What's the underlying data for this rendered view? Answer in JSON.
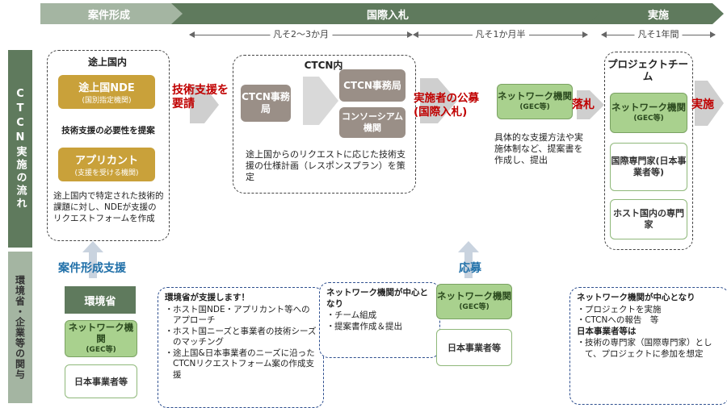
{
  "phases": {
    "formation": "案件形成",
    "tender": "国際入札",
    "implementation": "実施"
  },
  "durations": {
    "d1": "凡そ2～3か月",
    "d2": "凡そ1か月半",
    "d3": "凡そ1年間"
  },
  "rows": {
    "flow": "CTCN実施の流れ",
    "support": "環境省・企業等の関与"
  },
  "country": {
    "title": "途上国内",
    "nde": "途上国NDE",
    "nde_sub": "(国別指定機関)",
    "propose": "技術支援の必要性を提案",
    "applicant": "アプリカント",
    "applicant_sub": "(支援を受ける機関)",
    "desc": "途上国内で特定された技術的課題に対し、NDEが支援のリクエストフォームを作成"
  },
  "steps": {
    "request": "技術支援を要請",
    "tender": "実施者の公募(国際入札)",
    "award": "落札",
    "implement": "実施"
  },
  "ctcn": {
    "title": "CTCN内",
    "office": "CTCN事務局",
    "office2": "CTCN事務局",
    "consortium": "コンソーシアム機関",
    "desc": "途上国からのリクエストに応じた技術支援の仕様計画（レスポンスプラン）を策定"
  },
  "network": {
    "label": "ネットワーク機関",
    "sub": "(GEC等)",
    "desc": "具体的な支援方法や実施体制など、提案書を作成し、提出"
  },
  "project": {
    "title": "プロジェクトチーム",
    "network": "ネットワーク機関",
    "network_sub": "(GEC等)",
    "expert": "国際専門家(日本事業者等)",
    "host": "ホスト国内の専門家"
  },
  "support": {
    "formation_title": "案件形成支援",
    "moe": "環境省",
    "network": "ネットワーク機関",
    "network_sub": "(GEC等)",
    "jp": "日本事業者等",
    "bubble_title": "環境省が支援します！",
    "bubble_items": [
      "ホスト国NDE・アプリカント等へのアプローチ",
      "ホスト国ニーズと事業者の技術シーズのマッチング",
      "途上国&日本事業者のニーズに沿ったCTCNリクエストフォーム案の作成支援"
    ],
    "apply_title": "応募",
    "apply_network": "ネットワーク機関",
    "apply_network_sub": "(GEC等)",
    "apply_jp": "日本事業者等",
    "bubble2_title": "ネットワーク機関が中心となり",
    "bubble2_items": [
      "チーム組成",
      "提案書作成＆提出"
    ],
    "bubble3_title": "ネットワーク機関が中心となり",
    "bubble3_items": [
      "プロジェクトを実施",
      "CTCNへの報告　等"
    ],
    "bubble3_title2": "日本事業者等は",
    "bubble3_items2": [
      "技術の専門家（国際専門家）として、プロジェクトに参加を想定"
    ]
  },
  "colors": {
    "phase_dark": "#5f7a5d",
    "phase_light": "#a4b5a2",
    "gold": "#c9a13a",
    "gray": "#9a8f87",
    "green": "#a9d18e",
    "red": "#c00000",
    "blue": "#1f6fa8"
  }
}
